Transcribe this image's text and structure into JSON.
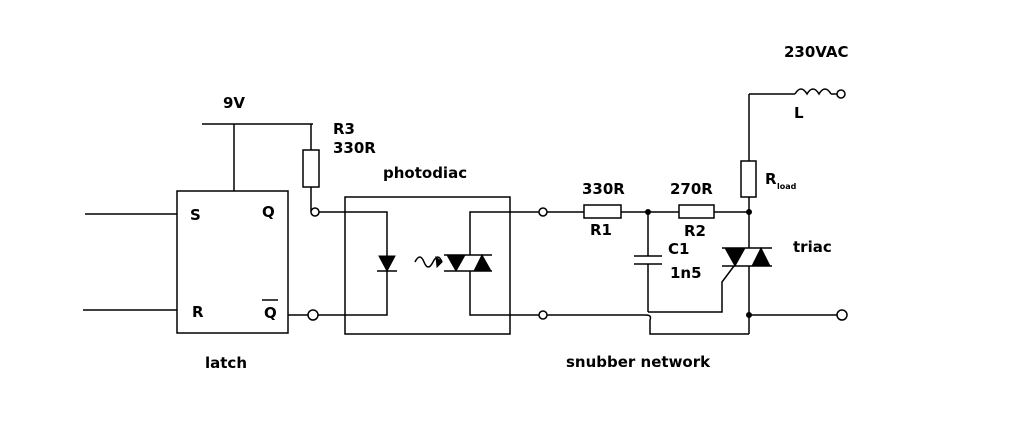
{
  "labels": {
    "supply_mains": "230VAC",
    "supply_dc": "9V",
    "r3_name": "R3",
    "r3_value": "330R",
    "inductor": "L",
    "rload_main": "R",
    "rload_sub": "load",
    "photodiac": "photodiac",
    "r1_value": "330R",
    "r1_name": "R1",
    "r2_value": "270R",
    "r2_name": "R2",
    "c1_name": "C1",
    "c1_value": "1n5",
    "triac": "triac",
    "latch_s": "S",
    "latch_r": "R",
    "latch_q": "Q",
    "latch_qbar": "Q",
    "latch": "latch",
    "snubber": "snubber network"
  }
}
